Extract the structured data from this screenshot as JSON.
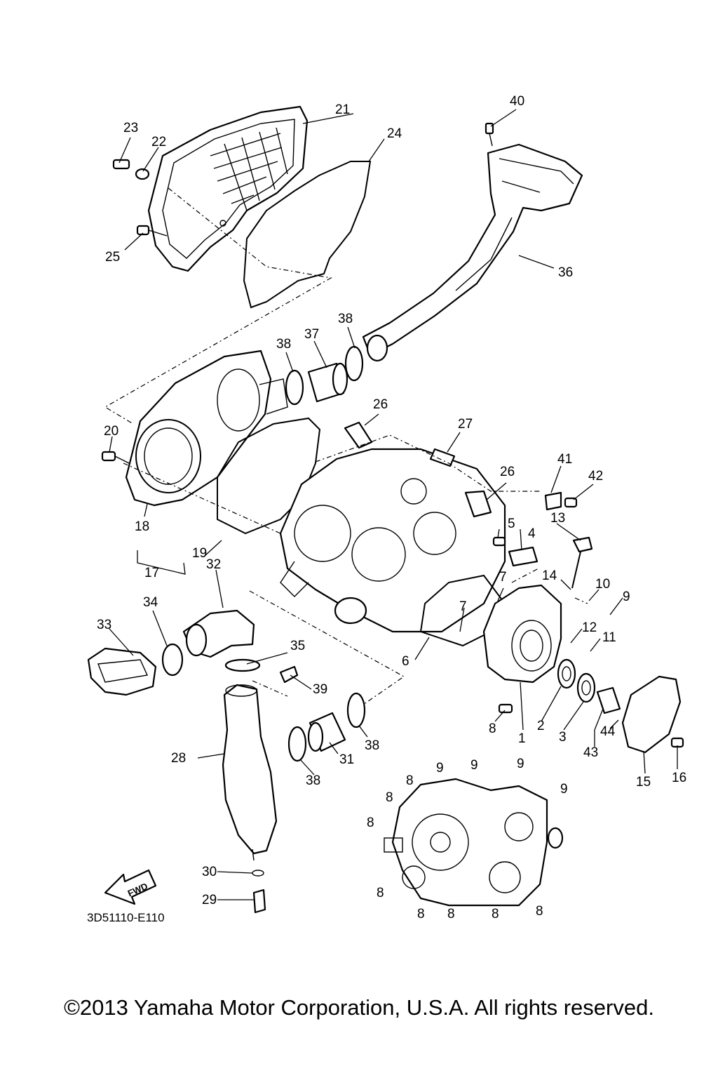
{
  "diagram": {
    "drawing_code": "3D51110-E110",
    "fwd_label": "FWD",
    "callouts": [
      {
        "id": "c1",
        "label": "1"
      },
      {
        "id": "c2",
        "label": "2"
      },
      {
        "id": "c3",
        "label": "3"
      },
      {
        "id": "c4",
        "label": "4"
      },
      {
        "id": "c5",
        "label": "5"
      },
      {
        "id": "c6",
        "label": "6"
      },
      {
        "id": "c7a",
        "label": "7"
      },
      {
        "id": "c7b",
        "label": "7"
      },
      {
        "id": "c8a",
        "label": "8"
      },
      {
        "id": "c8b",
        "label": "8"
      },
      {
        "id": "c8c",
        "label": "8"
      },
      {
        "id": "c8d",
        "label": "8"
      },
      {
        "id": "c8e",
        "label": "8"
      },
      {
        "id": "c8f",
        "label": "8"
      },
      {
        "id": "c8g",
        "label": "8"
      },
      {
        "id": "c8h",
        "label": "8"
      },
      {
        "id": "c8i",
        "label": "8"
      },
      {
        "id": "c9a",
        "label": "9"
      },
      {
        "id": "c9b",
        "label": "9"
      },
      {
        "id": "c9c",
        "label": "9"
      },
      {
        "id": "c9d",
        "label": "9"
      },
      {
        "id": "c9e",
        "label": "9"
      },
      {
        "id": "c10",
        "label": "10"
      },
      {
        "id": "c11",
        "label": "11"
      },
      {
        "id": "c12",
        "label": "12"
      },
      {
        "id": "c13",
        "label": "13"
      },
      {
        "id": "c14",
        "label": "14"
      },
      {
        "id": "c15",
        "label": "15"
      },
      {
        "id": "c16",
        "label": "16"
      },
      {
        "id": "c17",
        "label": "17"
      },
      {
        "id": "c18",
        "label": "18"
      },
      {
        "id": "c19",
        "label": "19"
      },
      {
        "id": "c20",
        "label": "20"
      },
      {
        "id": "c21",
        "label": "21"
      },
      {
        "id": "c22",
        "label": "22"
      },
      {
        "id": "c23",
        "label": "23"
      },
      {
        "id": "c24",
        "label": "24"
      },
      {
        "id": "c25",
        "label": "25"
      },
      {
        "id": "c26a",
        "label": "26"
      },
      {
        "id": "c26b",
        "label": "26"
      },
      {
        "id": "c27",
        "label": "27"
      },
      {
        "id": "c28",
        "label": "28"
      },
      {
        "id": "c29",
        "label": "29"
      },
      {
        "id": "c30",
        "label": "30"
      },
      {
        "id": "c31",
        "label": "31"
      },
      {
        "id": "c32",
        "label": "32"
      },
      {
        "id": "c33",
        "label": "33"
      },
      {
        "id": "c34",
        "label": "34"
      },
      {
        "id": "c35",
        "label": "35"
      },
      {
        "id": "c36",
        "label": "36"
      },
      {
        "id": "c37",
        "label": "37"
      },
      {
        "id": "c38a",
        "label": "38"
      },
      {
        "id": "c38b",
        "label": "38"
      },
      {
        "id": "c38c",
        "label": "38"
      },
      {
        "id": "c38d",
        "label": "38"
      },
      {
        "id": "c39",
        "label": "39"
      },
      {
        "id": "c40",
        "label": "40"
      },
      {
        "id": "c41",
        "label": "41"
      },
      {
        "id": "c42",
        "label": "42"
      },
      {
        "id": "c43",
        "label": "43"
      },
      {
        "id": "c44",
        "label": "44"
      }
    ]
  },
  "footer": {
    "copyright": "©2013 Yamaha Motor Corporation, U.S.A. All rights reserved."
  }
}
